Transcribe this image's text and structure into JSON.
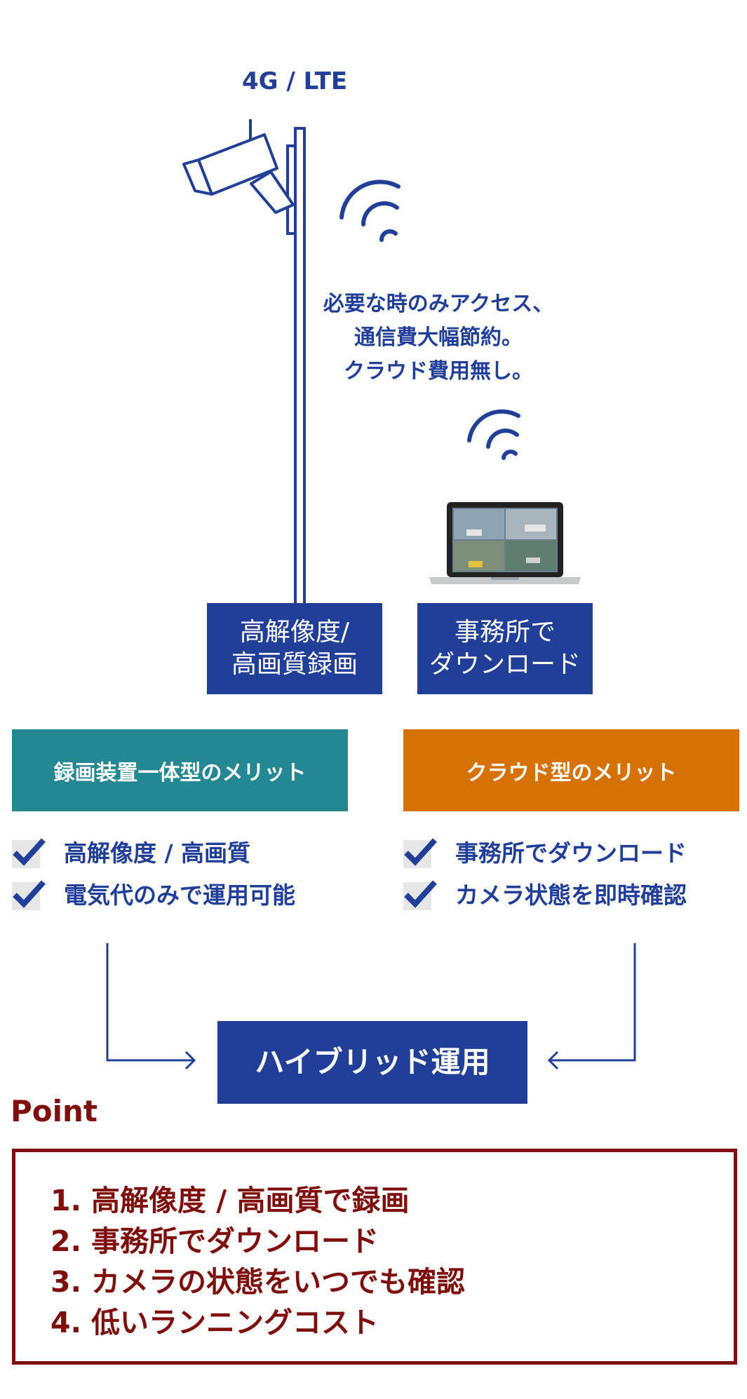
{
  "network_label": "4G / LTE",
  "message_lines": [
    "必要な時のみアクセス、",
    "通信費大幅節約。",
    "クラウド費用無し。"
  ],
  "boxes": {
    "recording": [
      "高解像度/",
      "高画質録画"
    ],
    "download": [
      "事務所で",
      "ダウンロード"
    ]
  },
  "merits": {
    "integrated": {
      "title": "録画装置一体型のメリット",
      "items": [
        "高解像度 / 高画質",
        "電気代のみで運用可能"
      ]
    },
    "cloud": {
      "title": "クラウド型のメリット",
      "items": [
        "事務所でダウンロード",
        "カメラ状態を即時確認"
      ]
    }
  },
  "hybrid_label": "ハイブリッド運用",
  "point": {
    "title": "Point",
    "items": [
      {
        "num": "1.",
        "text": "高解像度 / 高画質で録画"
      },
      {
        "num": "2.",
        "text": "事務所でダウンロード"
      },
      {
        "num": "3.",
        "text": "カメラの状態をいつでも確認"
      },
      {
        "num": "4.",
        "text": "低いランニングコスト"
      }
    ]
  },
  "colors": {
    "navy": "#213f98",
    "teal": "#238891",
    "orange": "#d67104",
    "maroon": "#7e0f0c",
    "check_bg": "#e6e6e6"
  },
  "icons": [
    "security-camera-icon",
    "wifi-signal-icon",
    "laptop-icon",
    "check-icon",
    "arrow-right-icon",
    "arrow-left-icon"
  ]
}
